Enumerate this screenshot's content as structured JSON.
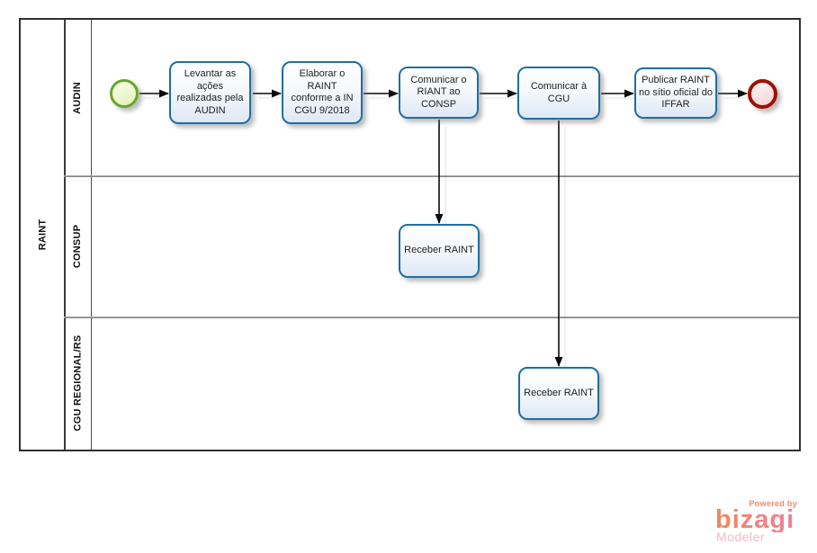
{
  "pool": {
    "label": "RAINT"
  },
  "lanes": [
    {
      "label": "AUDIN"
    },
    {
      "label": "CONSUP"
    },
    {
      "label": "CGU REGIONAL/RS"
    }
  ],
  "process": {
    "events": [
      {
        "id": "start",
        "type": "start-event"
      },
      {
        "id": "end",
        "type": "end-event"
      }
    ],
    "tasks": [
      {
        "id": "task-levantar",
        "lane": "AUDIN",
        "label": "Levantar as ações realizadas pela AUDIN"
      },
      {
        "id": "task-elaborar",
        "lane": "AUDIN",
        "label": "Elaborar o RAINT conforme a IN CGU 9/2018"
      },
      {
        "id": "task-comunicar-consp",
        "lane": "AUDIN",
        "label": "Comunicar o RIANT ao CONSP"
      },
      {
        "id": "task-comunicar-cgu",
        "lane": "AUDIN",
        "label": "Comunicar à CGU"
      },
      {
        "id": "task-publicar",
        "lane": "AUDIN",
        "label": "Publicar RAINT no sítio oficial do IFFAR"
      },
      {
        "id": "task-receber-consup",
        "lane": "CONSUP",
        "label": "Receber RAINT"
      },
      {
        "id": "task-receber-cgu",
        "lane": "CGU REGIONAL/RS",
        "label": "Receber RAINT"
      }
    ]
  },
  "branding": {
    "powered_by": "Powered by",
    "brand": "bizagi",
    "product": "Modeler"
  },
  "colors": {
    "task_border": "#1d6fa5",
    "start_event_border": "#68a62a",
    "end_event_border": "#9e1105",
    "lane_divider": "#868686",
    "pool_border": "#303030",
    "flow_line": "#000000",
    "brand_orange": "#f0875f",
    "brand_pink": "#ee7f9e"
  }
}
